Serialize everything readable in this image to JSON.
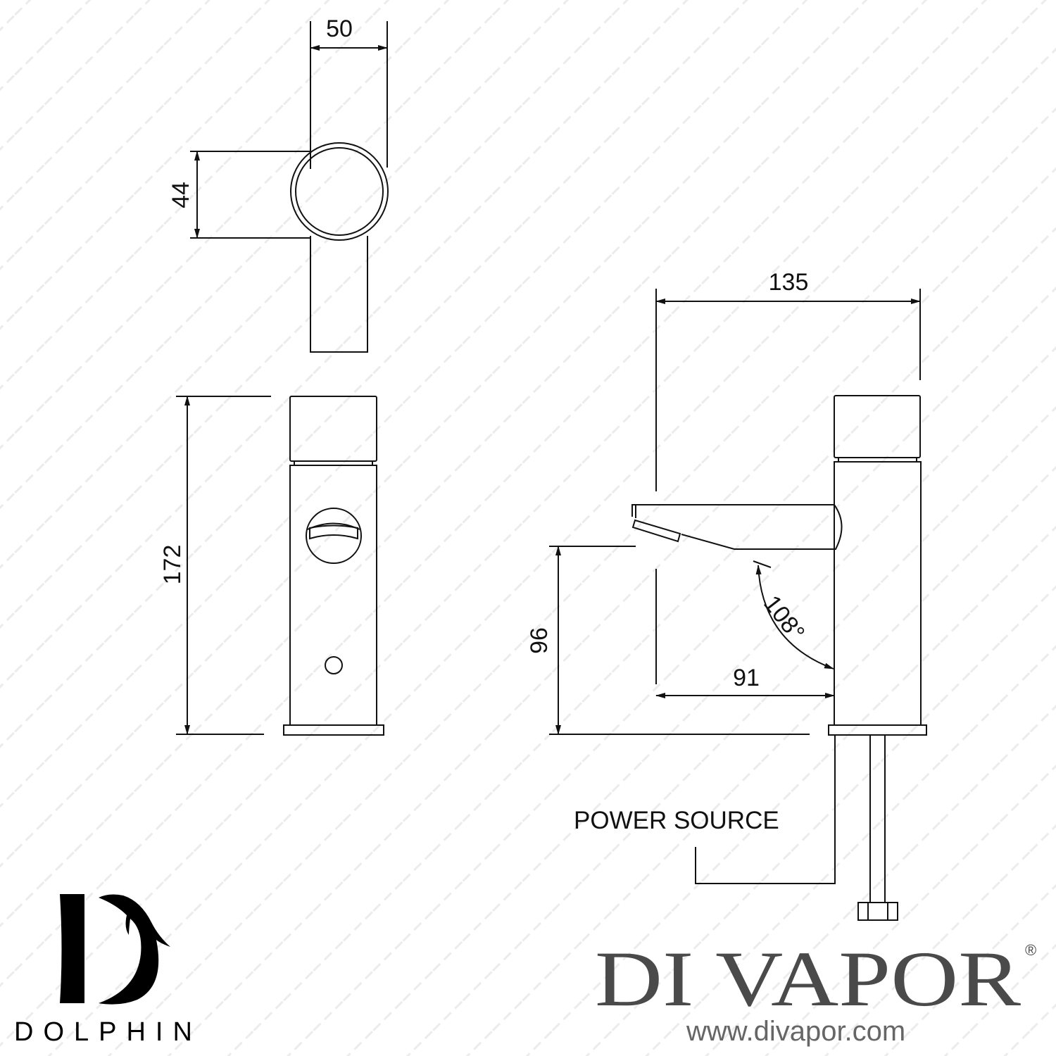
{
  "watermark": "© COPYRIGHT DI VAPOR ® - DO NOT COPY - ",
  "dimensions": {
    "top_width": "50",
    "top_depth": "44",
    "total_height": "172",
    "projection": "135",
    "spout_height": "96",
    "spout_reach": "91",
    "spout_angle": "108°"
  },
  "labels": {
    "power_source": "POWER SOURCE"
  },
  "brand": {
    "dolphin_name": "DOLPHIN",
    "divapor_name": "DI VAPOR",
    "divapor_reg": "®",
    "divapor_url": "www.divapor.com"
  },
  "colors": {
    "line": "#111111",
    "watermark": "#e6e6e6",
    "divapor_text": "#4a4a4a"
  }
}
